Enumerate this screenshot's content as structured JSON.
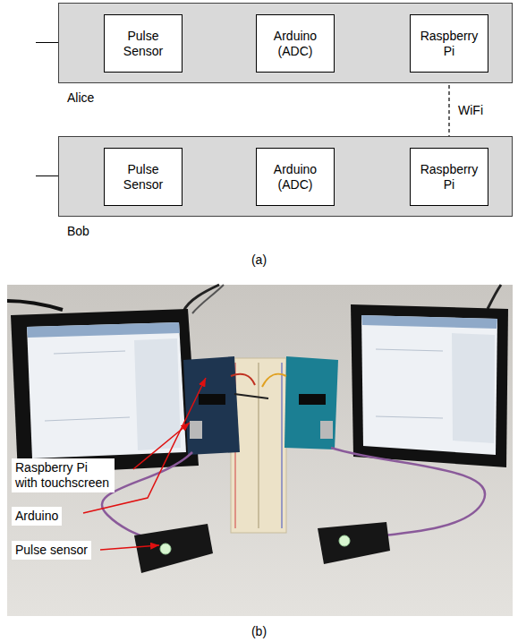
{
  "diagram": {
    "nodes": [
      {
        "text": [
          "Alice"
        ]
      },
      {
        "text": [
          "Pulse Sensor"
        ],
        "in": 0
      },
      {
        "text": [
          "Arduino (ADC)"
        ],
        "in": 0
      },
      {
        "text": [
          "Raspberry Pi"
        ],
        "in": 0
      },
      {
        "text": [
          "Bob"
        ]
      },
      {
        "text": [
          "Pulse Sensor"
        ],
        "in": 4
      },
      {
        "text": [
          "Arduino (ADC)"
        ],
        "in": 4
      },
      {
        "text": [
          "Raspberry Pi"
        ],
        "in": 4
      },
      {
        "text": [
          "Raspberry Pi with touchscreen"
        ]
      },
      {
        "text": [
          "Arduino"
        ]
      },
      {
        "text": [
          "Pulse sensor"
        ]
      }
    ],
    "edges": [
      {
        "from": 1,
        "to": 2,
        "arrow": "to"
      },
      {
        "from": 2,
        "to": 3,
        "arrow": "to"
      },
      {
        "from": 5,
        "to": 6,
        "arrow": "to"
      },
      {
        "from": 6,
        "to": 7,
        "arrow": "to"
      },
      {
        "from": 3,
        "to": 7,
        "label": "WiFi",
        "arrow": "both"
      }
    ],
    "labels": [
      "(a)",
      "(b)"
    ]
  }
}
